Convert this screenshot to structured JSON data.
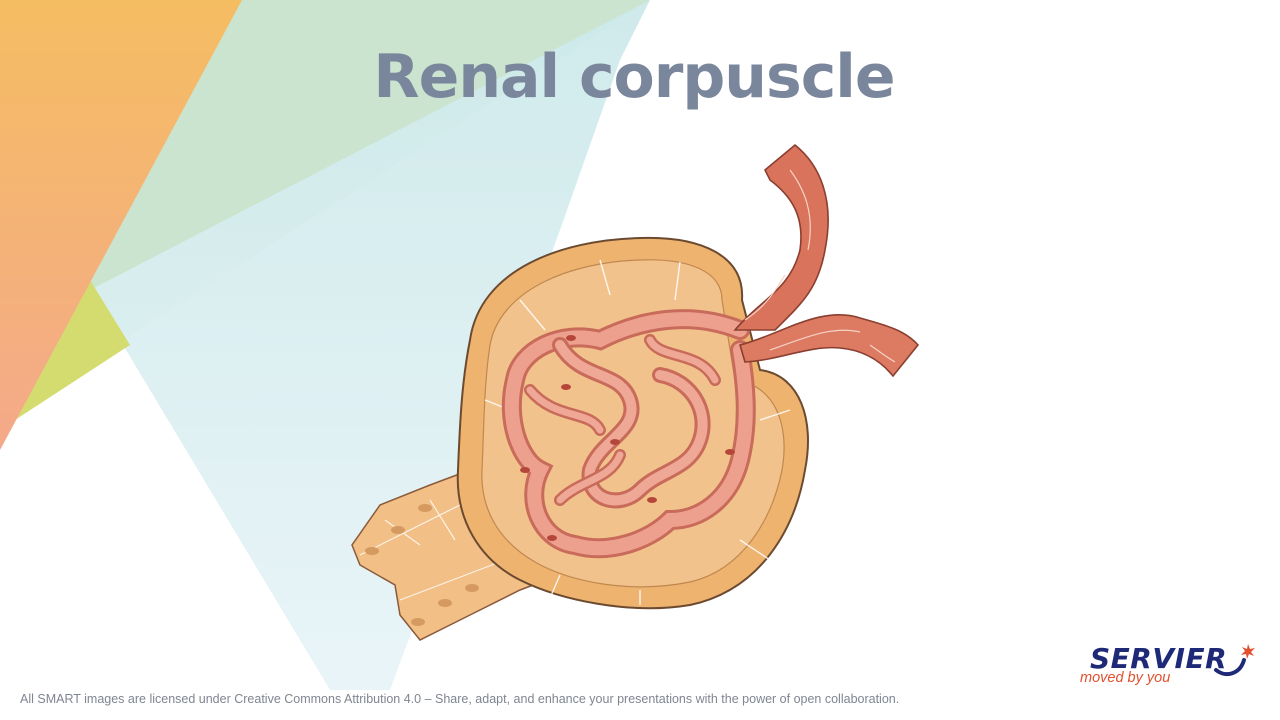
{
  "slide": {
    "title": "Renal corpuscle",
    "license_text": "All SMART images are licensed under Creative Commons Attribution 4.0 – Share, adapt, and enhance your presentations with the power of open collaboration."
  },
  "logo": {
    "brand": "SERVIER",
    "tagline": "moved by you",
    "brand_color": "#1e2a78",
    "accent_color": "#e2502f"
  },
  "colors": {
    "title": "#7a869c",
    "orange": "#f5b961",
    "green": "#cfe0a6",
    "lime": "#d6dc6e",
    "light_blue": "#cfe9ef",
    "tissue": "#efb36f",
    "capillary": "#e98f7b",
    "artery": "#d9735c"
  }
}
